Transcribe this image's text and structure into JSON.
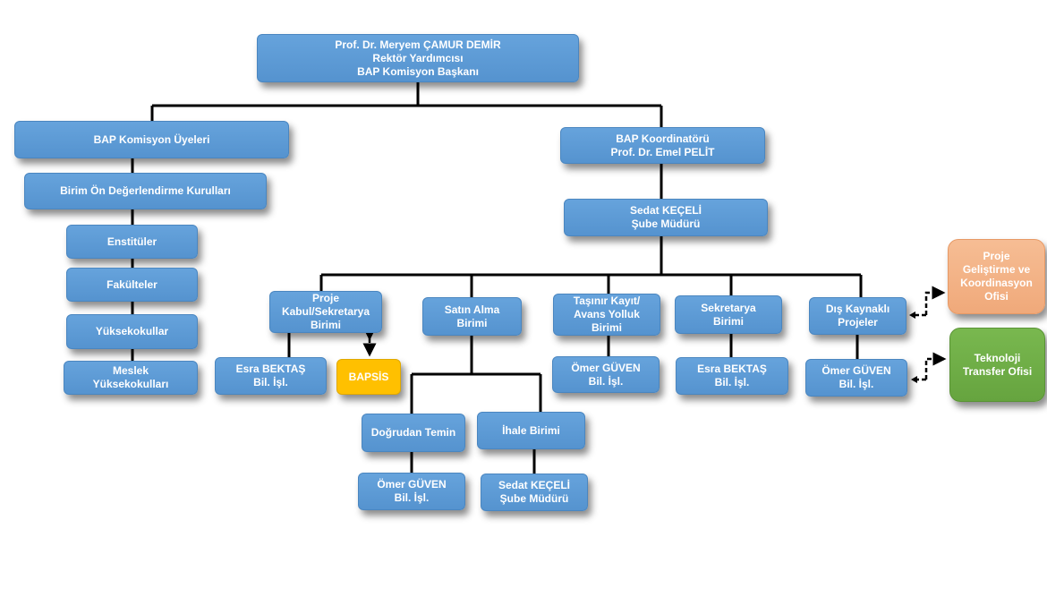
{
  "nodes": {
    "rector": [
      "Prof. Dr. Meryem ÇAMUR DEMİR",
      "Rektör Yardımcısı",
      "BAP Komisyon Başkanı"
    ],
    "komisyon": [
      "BAP Komisyon Üyeleri"
    ],
    "birim_on": [
      "Birim Ön Değerlendirme Kurulları"
    ],
    "enstituler": [
      "Enstitüler"
    ],
    "fakulteler": [
      "Fakülteler"
    ],
    "yuksekokullar": [
      "Yüksekokullar"
    ],
    "meslek": [
      "Meslek",
      "Yüksekokulları"
    ],
    "koordinator": [
      "BAP Koordinatörü",
      "Prof. Dr. Emel PELİT"
    ],
    "sube": [
      "Sedat KEÇELİ",
      "Şube Müdürü"
    ],
    "proje_kabul": [
      "Proje",
      "Kabul/Sekretarya",
      "Birimi"
    ],
    "satin_alma": [
      "Satın Alma",
      "Birimi"
    ],
    "tasinir": [
      "Taşınır Kayıt/",
      "Avans Yolluk",
      "Birimi"
    ],
    "sekretarya": [
      "Sekretarya",
      "Birimi"
    ],
    "dis_kaynakli": [
      "Dış Kaynaklı",
      "Projeler"
    ],
    "esra1": [
      "Esra BEKTAŞ",
      "Bil. İşl."
    ],
    "bapsis": [
      "BAPSİS"
    ],
    "omer1": [
      "Ömer GÜVEN",
      "Bil. İşl."
    ],
    "esra2": [
      "Esra BEKTAŞ",
      "Bil. İşl."
    ],
    "omer2": [
      "Ömer GÜVEN",
      "Bil. İşl."
    ],
    "proje_gelistirme": [
      "Proje",
      "Geliştirme ve",
      "Koordinasyon",
      "Ofisi"
    ],
    "teknoloji": [
      "Teknoloji",
      "Transfer Ofisi"
    ],
    "dogrudan": [
      "Doğrudan Temin"
    ],
    "ihale": [
      "İhale Birimi"
    ],
    "omer3": [
      "Ömer GÜVEN",
      "Bil. İşl."
    ],
    "sedat2": [
      "Sedat KEÇELİ",
      "Şube Müdürü"
    ]
  },
  "colors": {
    "blue": "#5b9bd5",
    "orange": "#f4b183",
    "green": "#70ad47",
    "yellow": "#ffc000"
  }
}
